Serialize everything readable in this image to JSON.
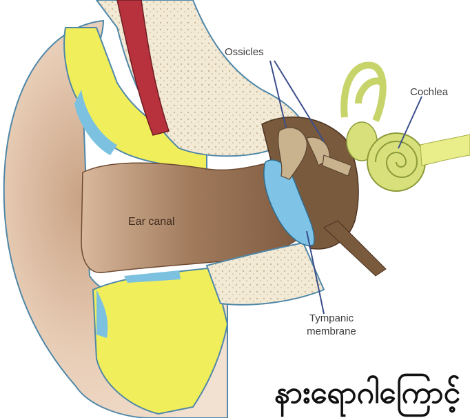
{
  "labels": {
    "ossicles": "Ossicles",
    "cochlea": "Cochlea",
    "ear_canal": "Ear canal",
    "tympanic_line1": "Tympanic",
    "tympanic_line2": "membrane"
  },
  "caption": "နားရောဂါကြောင့်",
  "colors": {
    "skin": "#e7c9b2",
    "canal": "#9a7458",
    "cartilage": "#f0ee5a",
    "bone": "#f3ead6",
    "blood_vessel": "#b7323c",
    "eardrum": "#7fc3e6",
    "cochlea": "#d7e07a",
    "middle_ear": "#7a5a3c"
  }
}
